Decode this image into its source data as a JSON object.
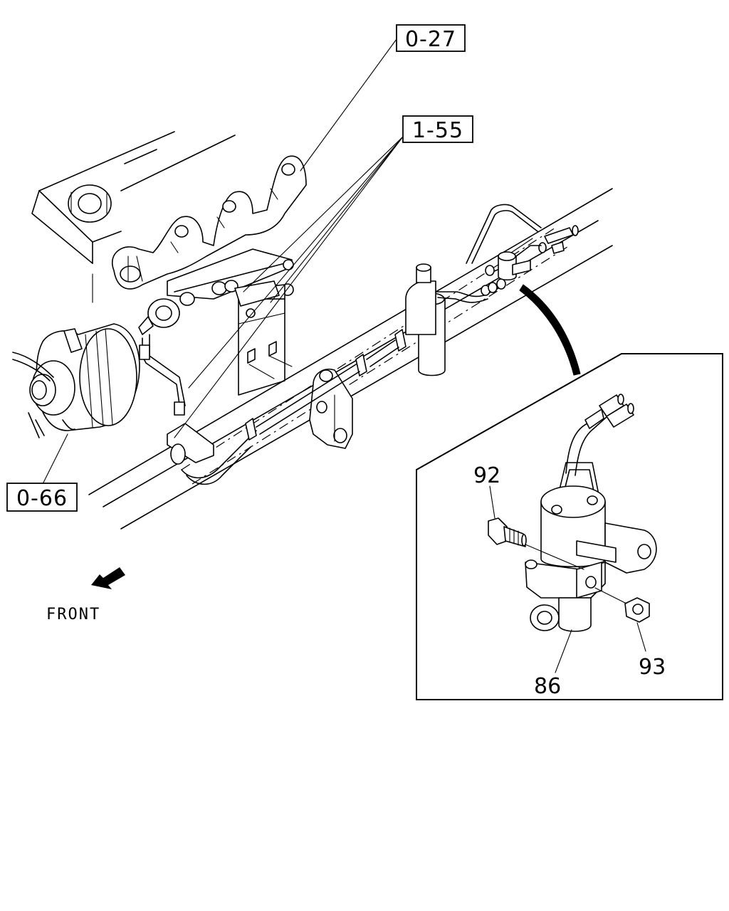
{
  "references": {
    "manifold_ref": "0-27",
    "pipe_ref": "1-55",
    "alternator_ref": "0-66"
  },
  "callouts": {
    "bolt": "92",
    "nut": "93",
    "valve": "86"
  },
  "direction": {
    "label": "FRONT"
  }
}
